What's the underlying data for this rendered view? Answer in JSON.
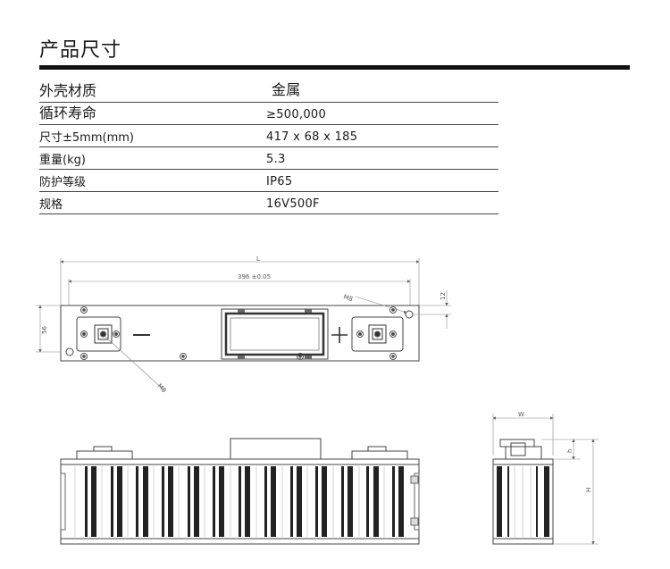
{
  "title": "产品尺寸",
  "specs": [
    {
      "label": "外壳材质",
      "value": "金属"
    },
    {
      "label": "循环寿命",
      "value": "≥500,000"
    },
    {
      "label": "尺寸±5mm(mm)",
      "value": "417 x 68 x 185"
    },
    {
      "label": "重量(kg)",
      "value": "5.3"
    },
    {
      "label": "防护等级",
      "value": "IP65"
    },
    {
      "label": "规格",
      "value": "16V500F"
    }
  ],
  "drawing": {
    "dim_L": "L",
    "dim_hole_spacing": "396 ±0.05",
    "dim_56": "56",
    "dim_12": "12",
    "thread_top": "M8",
    "thread_left": "M8",
    "dim_W": "W",
    "dim_h": "h",
    "dim_H": "H"
  }
}
